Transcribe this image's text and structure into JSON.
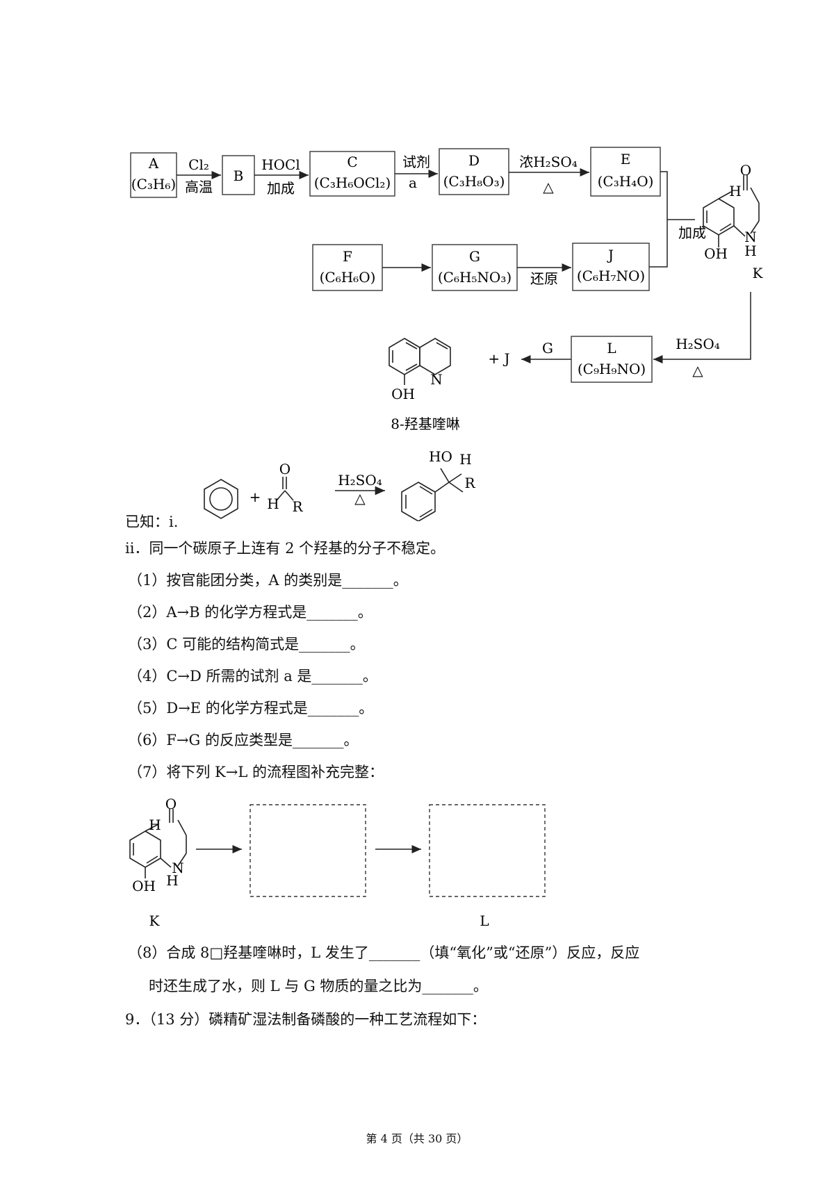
{
  "flow": {
    "A": {
      "name": "A",
      "formula": "(C₃H₆)"
    },
    "A_B_top": "Cl₂",
    "A_B_bottom": "高温",
    "B": {
      "name": "B"
    },
    "B_C_top": "HOCl",
    "B_C_bottom": "加成",
    "C": {
      "name": "C",
      "formula": "(C₃H₆OCl₂)"
    },
    "C_D_top": "试剂",
    "C_D_bottom": "a",
    "D": {
      "name": "D",
      "formula": "(C₃H₈O₃)"
    },
    "D_E_top": "浓H₂SO₄",
    "D_E_bottom": "△",
    "E": {
      "name": "E",
      "formula": "(C₃H₄O)"
    },
    "F": {
      "name": "F",
      "formula": "(C₆H₆O)"
    },
    "G": {
      "name": "G",
      "formula": "(C₆H₅NO₃)"
    },
    "G_J_bottom": "还原",
    "J": {
      "name": "J",
      "formula": "(C₆H₇NO)"
    },
    "merge_label": "加成",
    "K_label": "K",
    "K_O": "O",
    "K_H": "H",
    "K_N": "N",
    "K_NH": "H",
    "K_OH": "OH",
    "K_L_top": "H₂SO₄",
    "K_L_bottom": "△",
    "L": {
      "name": "L",
      "formula": "(C₉H₉NO)"
    },
    "L_prod_top": "G",
    "product_plus": "+ J",
    "product_N": "N",
    "product_OH": "OH",
    "product_name": "8-羟基喹啉"
  },
  "known": {
    "prefix": "已知：i.",
    "plus": "+",
    "ald_O": "O",
    "ald_H": "H",
    "ald_R": "R",
    "cond_top": "H₂SO₄",
    "cond_bottom": "△",
    "prod_HO": "HO",
    "prod_H": "H",
    "prod_R": "R",
    "ii": "ii．同一个碳原子上连有 2 个羟基的分子不稳定。"
  },
  "questions": [
    "（1）按官能团分类，A 的类别是_______。",
    "（2）A→B 的化学方程式是_______。",
    "（3）C 可能的结构简式是_______。",
    "（4）C→D 所需的试剂 a 是_______。",
    "（5）D→E 的化学方程式是_______。",
    "（6）F→G 的反应类型是_______。",
    "（7）将下列 K→L 的流程图补充完整："
  ],
  "q7": {
    "K_label": "K",
    "L_label": "L",
    "O": "O",
    "H": "H",
    "N": "N",
    "NH": "H",
    "OH": "OH"
  },
  "q8_line1": "（8）合成 8□羟基喹啉时，L 发生了_______（填“氧化”或“还原”）反应，反应",
  "q8_line2": "时还生成了水，则 L 与 G 物质的量之比为_______。",
  "q9": "9．（13 分）磷精矿湿法制备磷酸的一种工艺流程如下：",
  "footer": "第 4 页（共 30 页）"
}
